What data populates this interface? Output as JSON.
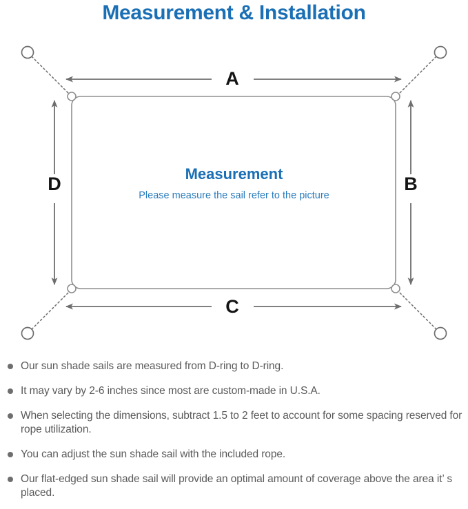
{
  "title": "Measurement & Installation",
  "diagram": {
    "center_heading": "Measurement",
    "center_sub": "Please measure the sail refer to the picture",
    "dimensions": {
      "top": "A",
      "right": "B",
      "bottom": "C",
      "left": "D"
    },
    "icons": {
      "anchor_point": "anchor-circle-icon",
      "d_ring": "d-ring-icon",
      "rope": "dotted-rope-line",
      "arrow": "dimension-arrow"
    },
    "colors": {
      "title_blue": "#1a6fb5",
      "sub_blue": "#2a7cbd",
      "line_gray": "#6e6e6e",
      "sail_outline": "#8a8a8a",
      "label_black": "#141414",
      "note_gray": "#5a5a5a"
    }
  },
  "notes": [
    "Our sun shade sails are measured from D-ring to D-ring.",
    "It may vary by 2-6 inches since most are custom-made in U.S.A.",
    "When selecting the dimensions, subtract 1.5 to 2 feet to account for some spacing reserved for rope utilization.",
    "You can adjust the sun shade sail with the included rope.",
    "Our flat-edged sun shade sail will provide an optimal amount of coverage above the area it’ s placed."
  ]
}
